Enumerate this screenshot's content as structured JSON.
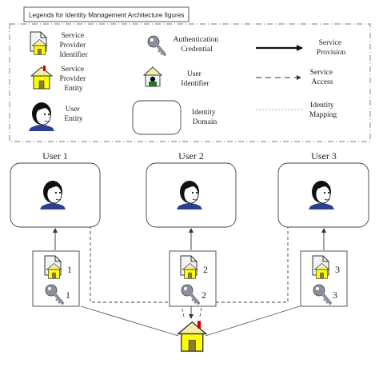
{
  "legend": {
    "title": "Legends for Identity Management Architecture figures",
    "items": {
      "sp_identifier": [
        "Service",
        "Provider",
        "Identifier"
      ],
      "auth_credential": [
        "Authentication",
        "Credential"
      ],
      "service_provision": [
        "Service",
        "Provision"
      ],
      "sp_entity": [
        "Service",
        "Provider",
        "Entity"
      ],
      "user_identifier": [
        "User",
        "Identifier"
      ],
      "service_access": [
        "Service",
        "Access"
      ],
      "user_entity": [
        "User",
        "Entity"
      ],
      "identity_domain": [
        "Identity",
        "Domain"
      ],
      "identity_mapping": [
        "Identity",
        "Mapping"
      ]
    }
  },
  "users": [
    {
      "label": "User 1",
      "sp_number": "1",
      "credential_number": "1"
    },
    {
      "label": "User 2",
      "sp_number": "2",
      "credential_number": "2"
    },
    {
      "label": "User 3",
      "sp_number": "3",
      "credential_number": "3"
    }
  ],
  "colors": {
    "house_yellow": "#ffff00",
    "roof": "#f5eeaa",
    "flag": "#cc0000",
    "door": "#8b7a3a",
    "hair": "#111111",
    "skin": "#ffffff",
    "shirt": "#2a3f8f",
    "key": "#8a8f99",
    "doc": "#f3f3f3",
    "line": "#555555"
  }
}
